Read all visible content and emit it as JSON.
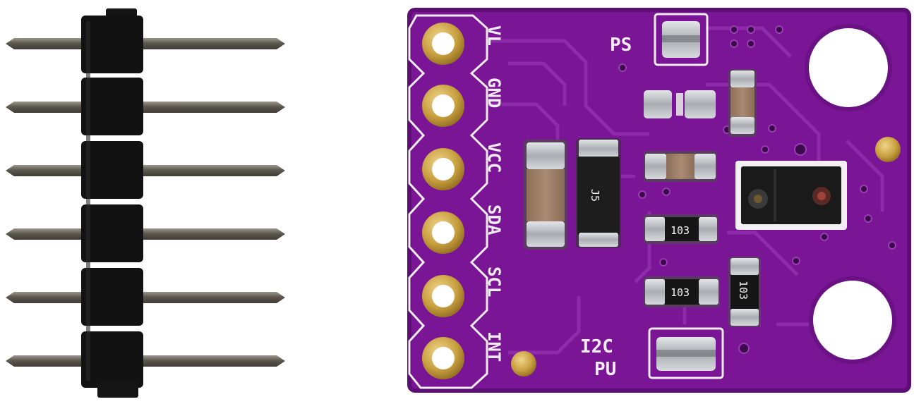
{
  "header": {
    "pins": [
      "VL",
      "GND",
      "VCC",
      "SDA",
      "SCL",
      "INT"
    ]
  },
  "board": {
    "silkscreen": {
      "ps": "PS",
      "i2c": "I2C",
      "pu": "PU"
    },
    "markings": {
      "ic": "J5",
      "resistor_a": "103",
      "resistor_b": "103",
      "resistor_c": "103"
    },
    "colors": {
      "pcb": "#7a1596",
      "pcb_edge": "#5c0e74",
      "trace": "#8a24a6",
      "gold": "#c9a040",
      "tin": "#b9bcc0",
      "header_plastic": "#111111",
      "header_pin": "#6e6a60"
    }
  }
}
